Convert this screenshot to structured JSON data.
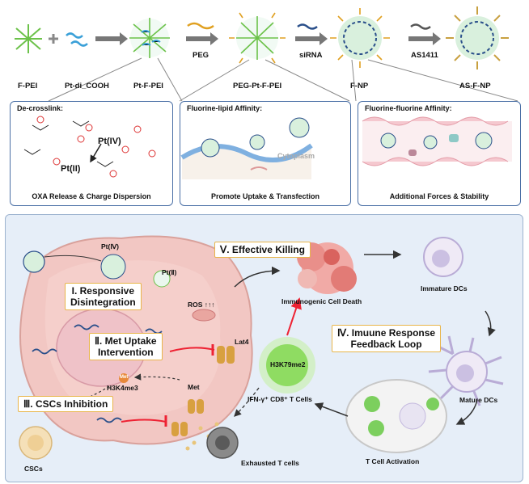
{
  "top_labels": {
    "fpei": "F-PEI",
    "ptdi": "Pt-di_COOH",
    "ptfpei": "Pt-F-PEI",
    "peg": "PEG",
    "pegpt": "PEG-Pt-F-PEI",
    "sirna": "siRNA",
    "fnp": "F-NP",
    "as1411": "AS1411",
    "asfnp": "AS-F-NP"
  },
  "panels": [
    {
      "title": "De-crosslink:",
      "footer": "OXA Release & Charge Dispersion",
      "pt4": "Pt(IV)",
      "pt2": "Pt(II)"
    },
    {
      "title": "Fluorine-lipid Affinity:",
      "footer": "Promote Uptake & Transfection",
      "cytoplasm": "Cytoplasm"
    },
    {
      "title": "Fluorine-fluorine Affinity:",
      "footer": "Additional Forces & Stability"
    }
  ],
  "bottom": {
    "callouts": {
      "c1": "I. Responsive\nDisintegration",
      "c2": "Ⅱ. Met Uptake\nIntervention",
      "c3": "Ⅲ. CSCs Inhibition",
      "c4": "Ⅳ. Imuune Response\nFeedback Loop",
      "c5": "Ⅴ. Effective Killing"
    },
    "labels": {
      "pt4": "Pt(Ⅳ)",
      "pt2": "Pt(Ⅱ)",
      "ros": "ROS ↑↑↑",
      "lat4": "Lat4",
      "met": "Met",
      "metBadge": "Met",
      "h3k4": "H3K4me3",
      "h3k79": "H3K79me2",
      "icd": "Immunogenic Cell Death",
      "immature": "Immature DCs",
      "mature": "Mature DCs",
      "tact": "T Cell Activation",
      "ifn": "IFN-γ⁺ CD8⁺ T Cells",
      "exh": "Exhausted T cells",
      "cscs": "CSCs"
    }
  }
}
